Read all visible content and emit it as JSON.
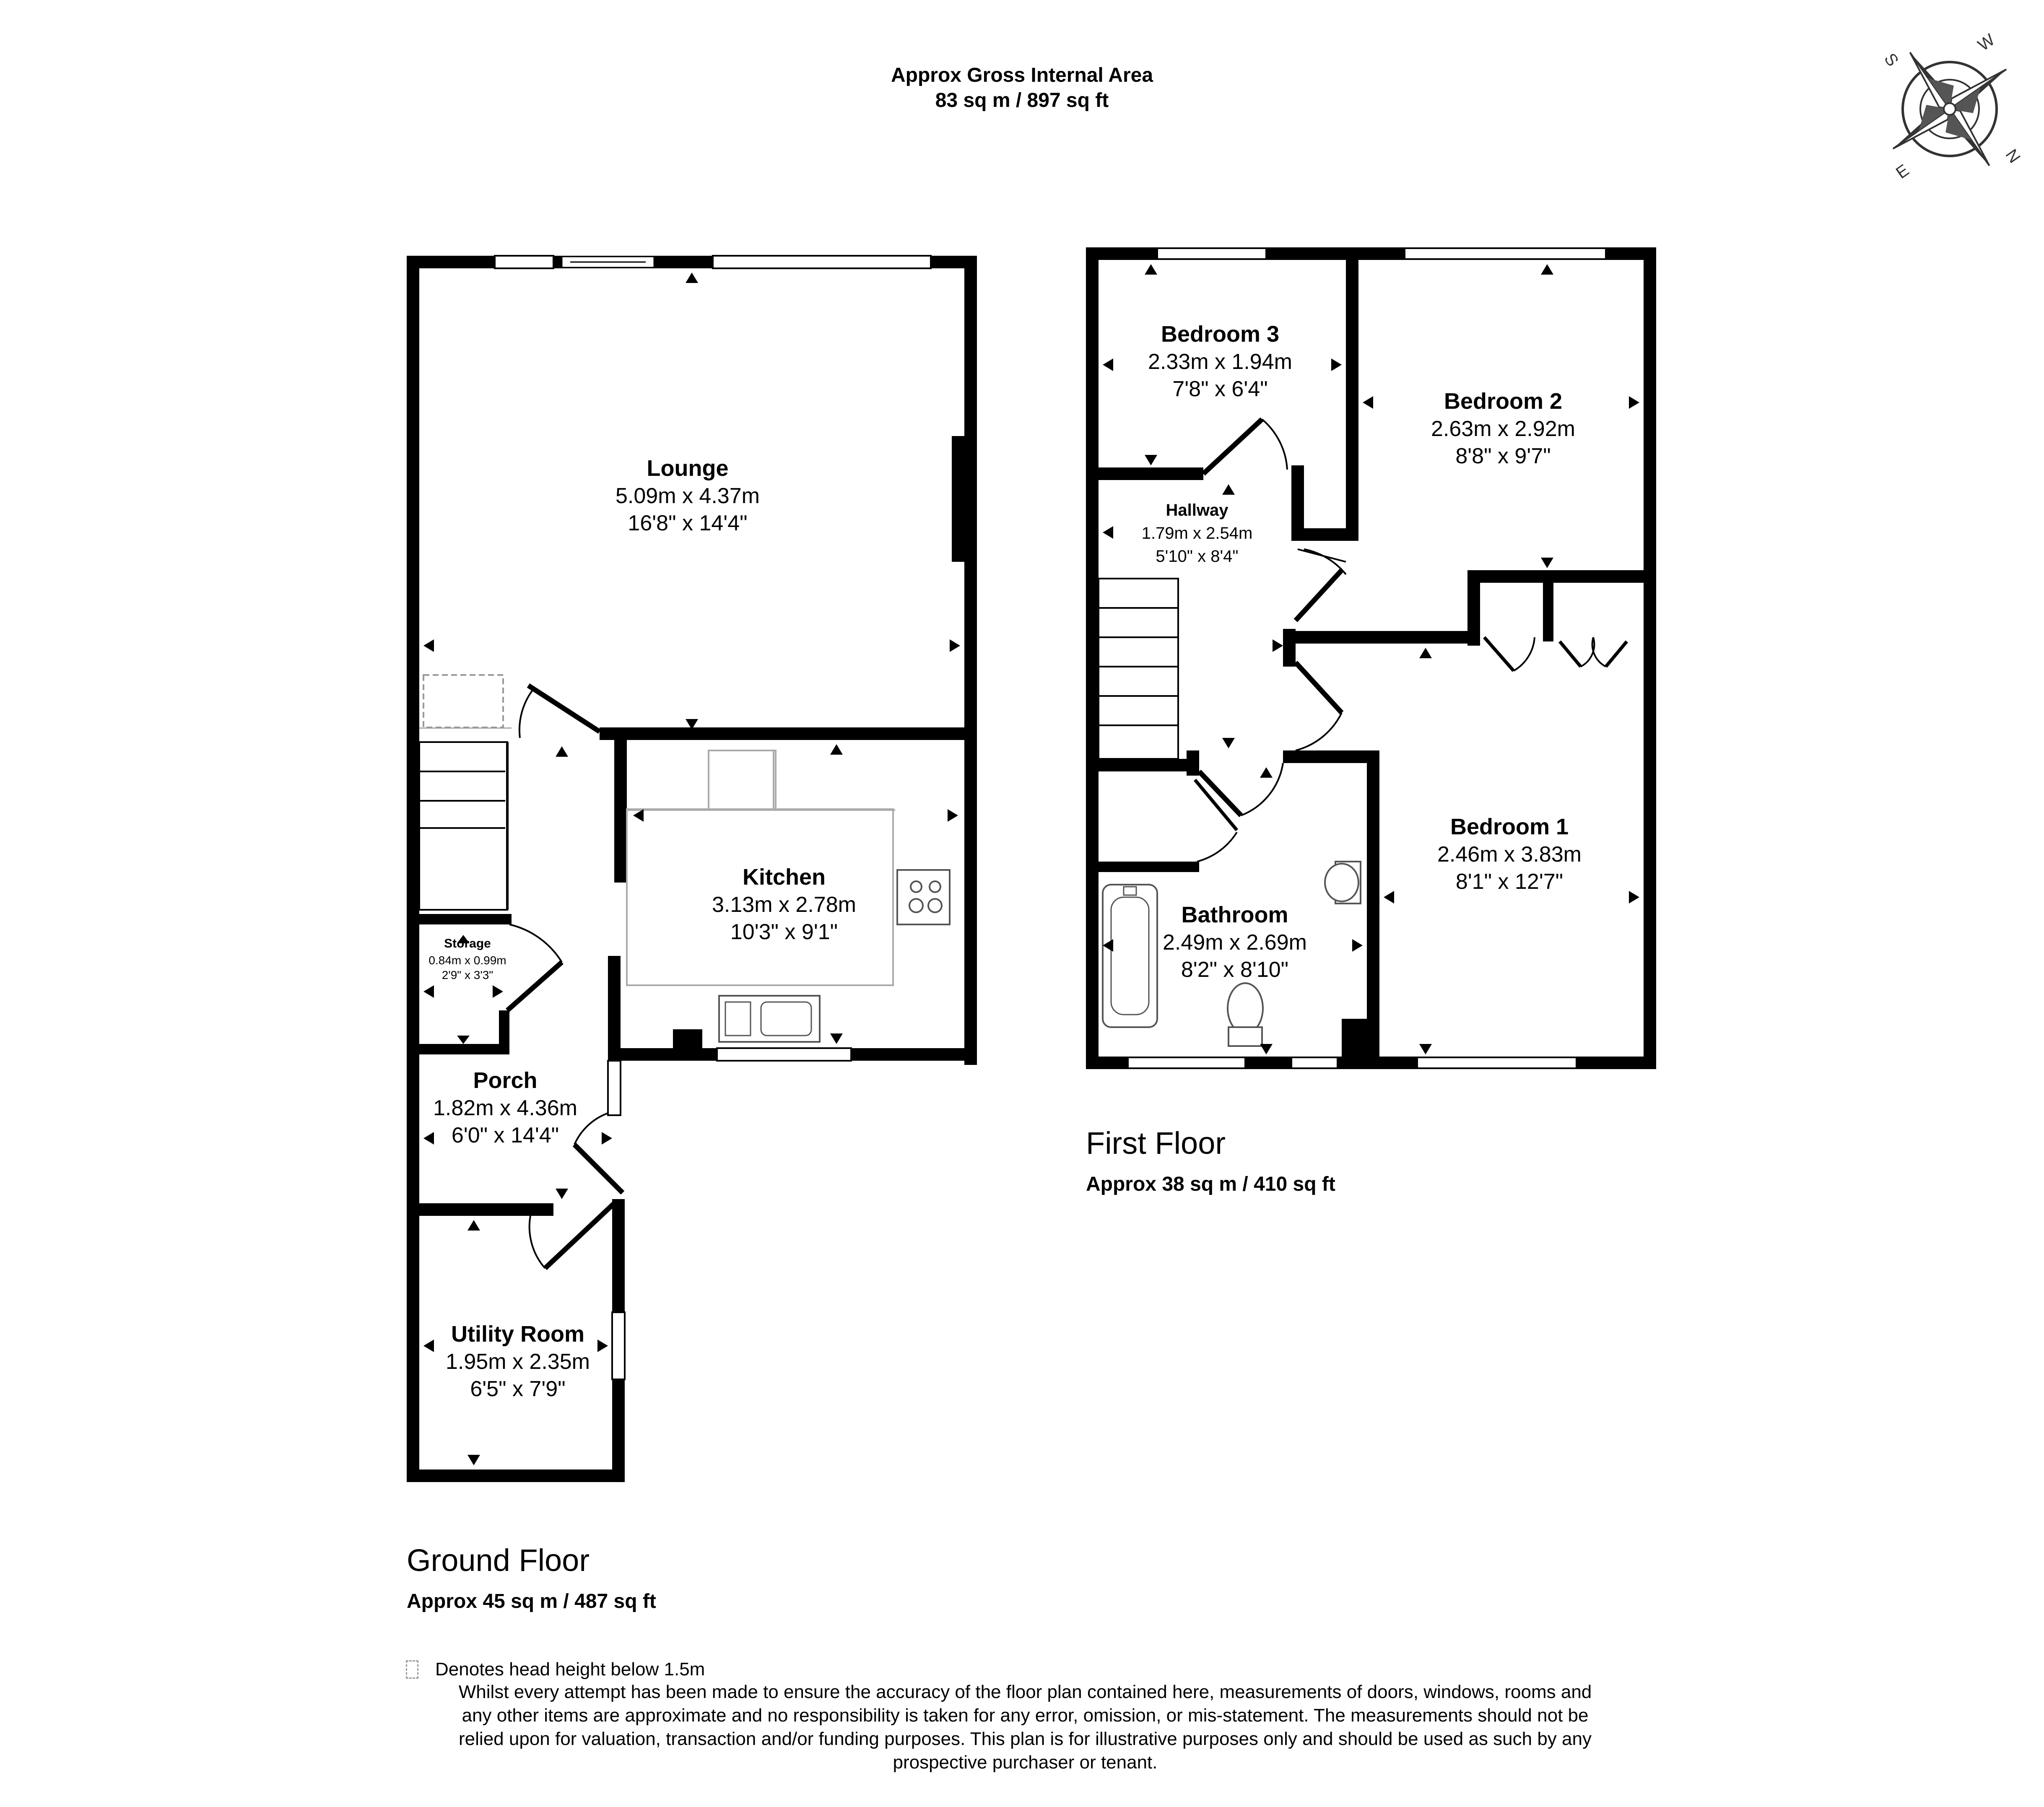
{
  "header": {
    "line1": "Approx Gross Internal Area",
    "line2": "83 sq m / 897 sq ft"
  },
  "compass": {
    "letters": [
      "W",
      "N",
      "E",
      "S"
    ],
    "icon": "compass-rose-icon"
  },
  "ground_floor": {
    "title": "Ground Floor",
    "area": "Approx 45 sq m / 487 sq ft",
    "rooms": {
      "lounge": {
        "name": "Lounge",
        "metric": "5.09m x 4.37m",
        "imperial": "16'8\" x 14'4\""
      },
      "kitchen": {
        "name": "Kitchen",
        "metric": "3.13m x 2.78m",
        "imperial": "10'3\" x 9'1\""
      },
      "storage": {
        "name": "Storage",
        "metric": "0.84m x 0.99m",
        "imperial": "2'9\" x 3'3\""
      },
      "porch": {
        "name": "Porch",
        "metric": "1.82m x 4.36m",
        "imperial": "6'0\" x 14'4\""
      },
      "utility": {
        "name": "Utility Room",
        "metric": "1.95m x 2.35m",
        "imperial": "6'5\" x 7'9\""
      }
    }
  },
  "first_floor": {
    "title": "First Floor",
    "area": "Approx 38 sq m / 410 sq ft",
    "rooms": {
      "bedroom3": {
        "name": "Bedroom 3",
        "metric": "2.33m x 1.94m",
        "imperial": "7'8\" x 6'4\""
      },
      "bedroom2": {
        "name": "Bedroom 2",
        "metric": "2.63m x 2.92m",
        "imperial": "8'8\" x 9'7\""
      },
      "hallway": {
        "name": "Hallway",
        "metric": "1.79m x 2.54m",
        "imperial": "5'10\" x 8'4\""
      },
      "bedroom1": {
        "name": "Bedroom 1",
        "metric": "2.46m x 3.83m",
        "imperial": "8'1\" x 12'7\""
      },
      "bathroom": {
        "name": "Bathroom",
        "metric": "2.49m x 2.69m",
        "imperial": "8'2\" x 8'10\""
      }
    }
  },
  "legend": {
    "text": "Denotes head height below 1.5m"
  },
  "disclaimer": {
    "line1": "Whilst every attempt has been made to ensure the accuracy of the floor plan contained here, measurements of doors, windows, rooms and",
    "line2": "any other items are approximate and no responsibility is taken for any error, omission, or mis-statement. The measurements should not be",
    "line3": "relied upon for valuation, transaction and/or funding purposes. This plan is for illustrative purposes only and should be used as such by any",
    "line4": "prospective purchaser or tenant."
  }
}
